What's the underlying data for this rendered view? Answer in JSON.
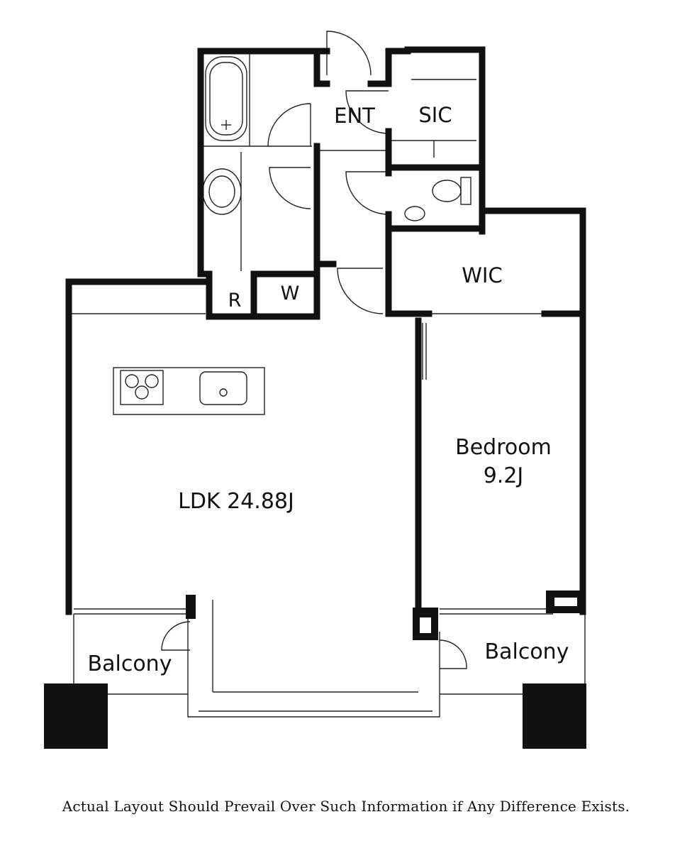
{
  "rooms": {
    "ent": "ENT",
    "sic": "SIC",
    "wic": "WIC",
    "refrigerator": "R",
    "washer": "W",
    "ldk": "LDK 24.88J",
    "bedroom_name": "Bedroom",
    "bedroom_size": "9.2J",
    "balcony_left": "Balcony",
    "balcony_right": "Balcony"
  },
  "disclaimer": "Actual Layout Should Prevail Over Such Information if Any Difference Exists."
}
